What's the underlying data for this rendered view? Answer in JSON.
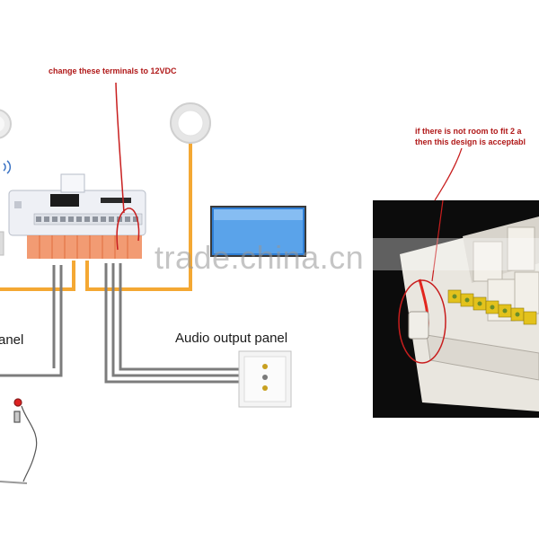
{
  "annotations": {
    "terminals_note": "change these terminals to 12VDC",
    "room_note_line1": "if there is not room to fit 2 a",
    "room_note_line2": "then this design is acceptabl"
  },
  "labels": {
    "left_panel_partial": "anel",
    "audio_output_panel": "Audio output panel"
  },
  "watermark": "trade.china.cn",
  "colors": {
    "wire_orange": "#f4a833",
    "wire_gray": "#7c7c7c",
    "annotation_red": "#b01818",
    "terminal_orange": "#f08a5a",
    "monitor_blue": "#2f7fd6"
  }
}
